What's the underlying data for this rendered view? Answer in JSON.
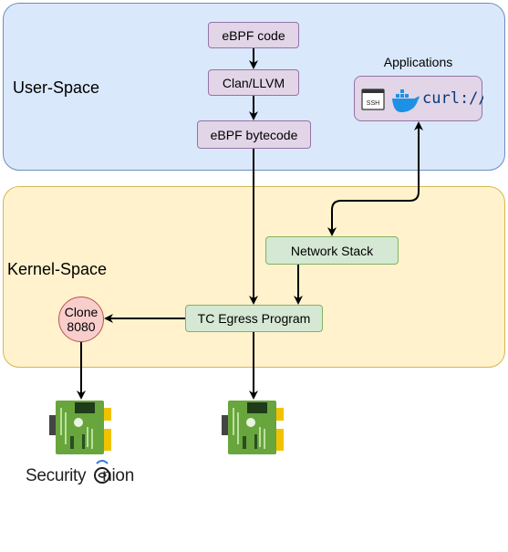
{
  "regions": {
    "user": "User-Space",
    "kernel": "Kernel-Space"
  },
  "nodes": {
    "ebpf_code": "eBPF code",
    "clang": "Clan/LLVM",
    "bytecode": "eBPF bytecode",
    "network_stack": "Network Stack",
    "tc_egress": "TC Egress Program",
    "clone_line1": "Clone",
    "clone_line2": "8080"
  },
  "applications": {
    "title": "Applications",
    "ssh": "SSH",
    "curl": "curl://"
  },
  "logo": {
    "text_before": "Security",
    "text_after": "nion"
  },
  "icons": [
    "terminal-icon",
    "docker-icon",
    "curl-icon",
    "nic-card-icon",
    "security-onion-logo"
  ],
  "colors": {
    "user_space": "#dae8fc",
    "kernel_space": "#fff2cc",
    "purple_node": "#e1d5e7",
    "green_node": "#d5e8d4",
    "clone_node": "#f8cecc"
  }
}
